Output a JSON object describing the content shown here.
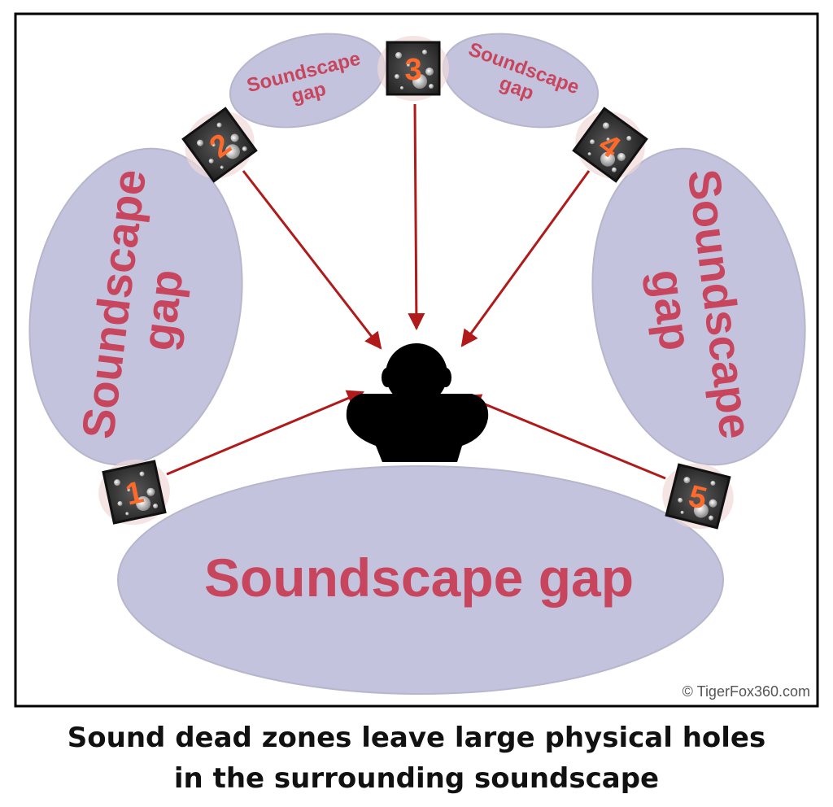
{
  "gaps": {
    "bottom": "Soundscape gap",
    "left": [
      "Soundscape",
      "gap"
    ],
    "right": [
      "Soundscape",
      "gap"
    ],
    "top_left": [
      "Soundscape",
      "gap"
    ],
    "top_right": [
      "Soundscape",
      "gap"
    ]
  },
  "speakers": [
    "1",
    "2",
    "3",
    "4",
    "5"
  ],
  "credit": "© TigerFox360.com",
  "caption": {
    "line1": "Sound dead zones leave large physical holes",
    "line2": "in the surrounding soundscape"
  },
  "colors": {
    "gap_fill": "#c3c3de",
    "gap_text": "#c8455e",
    "arrow": "#b01a1a",
    "speaker_number": "#ff6a2a",
    "listener": "#000000"
  }
}
